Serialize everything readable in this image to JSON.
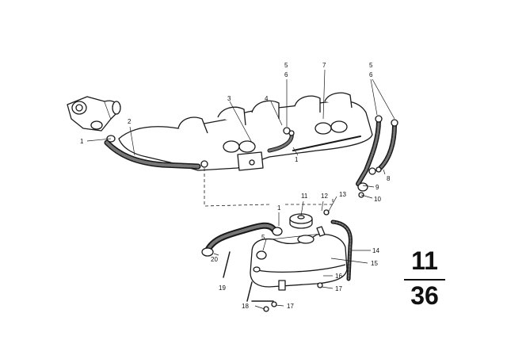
{
  "reference": {
    "top": "11",
    "bottom": "36"
  },
  "callouts": [
    {
      "label": "1"
    },
    {
      "label": "2"
    },
    {
      "label": "3"
    },
    {
      "label": "4"
    },
    {
      "label": "5"
    },
    {
      "label": "6"
    },
    {
      "label": "7"
    },
    {
      "label": "5"
    },
    {
      "label": "6"
    },
    {
      "label": "1"
    },
    {
      "label": "9"
    },
    {
      "label": "8"
    },
    {
      "label": "10"
    },
    {
      "label": "11"
    },
    {
      "label": "12"
    },
    {
      "label": "13"
    },
    {
      "label": "1"
    },
    {
      "label": "14"
    },
    {
      "label": "5"
    },
    {
      "label": "15"
    },
    {
      "label": "20"
    },
    {
      "label": "16"
    },
    {
      "label": "19"
    },
    {
      "label": "17"
    },
    {
      "label": "18"
    },
    {
      "label": "17"
    }
  ]
}
